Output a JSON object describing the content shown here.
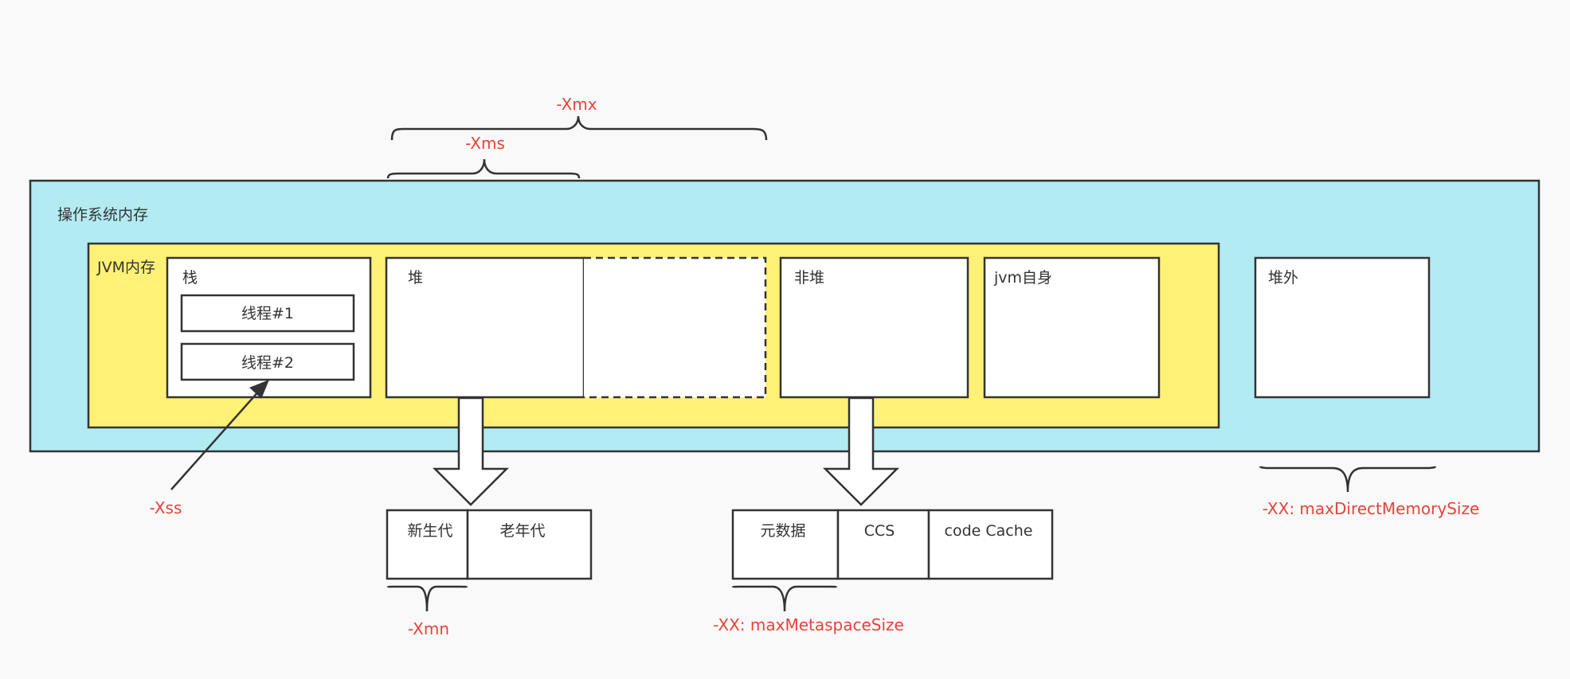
{
  "diagram": {
    "os_memory_label": "操作系统内存",
    "jvm_memory_label": "JVM内存",
    "stack": {
      "label": "栈",
      "thread1": "线程#1",
      "thread2": "线程#2"
    },
    "heap": {
      "label": "堆",
      "young_gen": "新生代",
      "old_gen": "老年代"
    },
    "non_heap": {
      "label": "非堆",
      "metadata": "元数据",
      "ccs": "CCS",
      "code_cache": "code Cache"
    },
    "jvm_self_label": "jvm自身",
    "off_heap_label": "堆外",
    "params": {
      "xmx": "-Xmx",
      "xms": "-Xms",
      "xss": "-Xss",
      "xmn": "-Xmn",
      "max_metaspace": "-XX: maxMetaspaceSize",
      "max_direct_memory": "-XX: maxDirectMemorySize"
    },
    "colors": {
      "background": "#f9f9f9",
      "os_memory_fill": "#b2ebf2",
      "jvm_memory_fill": "#fff176",
      "box_fill": "#ffffff",
      "stroke": "#333333",
      "param_text": "#e8423a"
    }
  }
}
